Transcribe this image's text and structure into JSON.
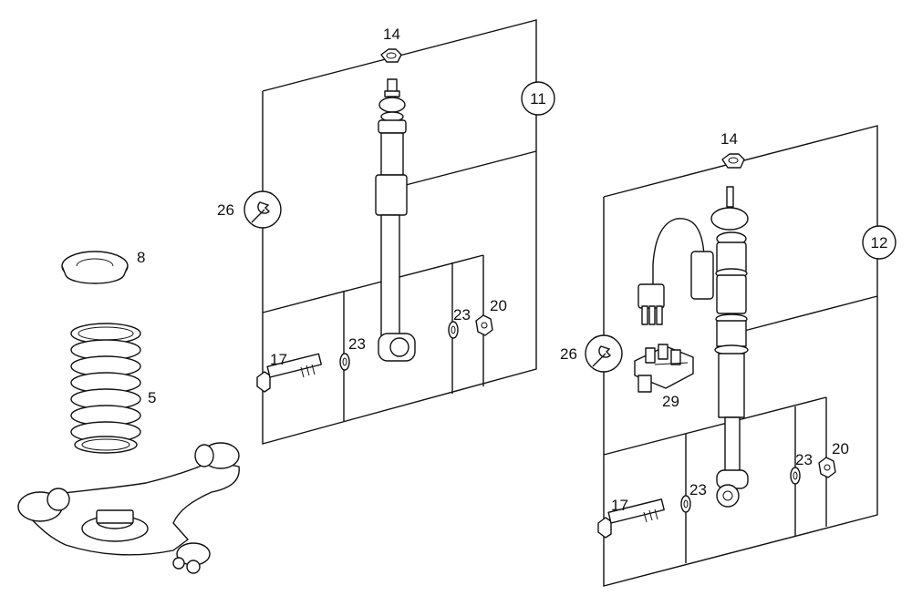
{
  "callouts": {
    "nut_top_left": "14",
    "nut_top_right": "14",
    "damper_left": "11",
    "damper_right": "12",
    "tool_left": "26",
    "tool_right": "26",
    "spring_seat": "8",
    "coil_spring": "5",
    "bolt_left": "17",
    "bolt_right": "17",
    "washer_left_a": "23",
    "washer_left_b": "23",
    "washer_right_a": "23",
    "washer_right_b": "23",
    "nut_left": "20",
    "nut_right": "20",
    "connector": "29"
  },
  "icons": {
    "tool": "wrench-icon"
  }
}
